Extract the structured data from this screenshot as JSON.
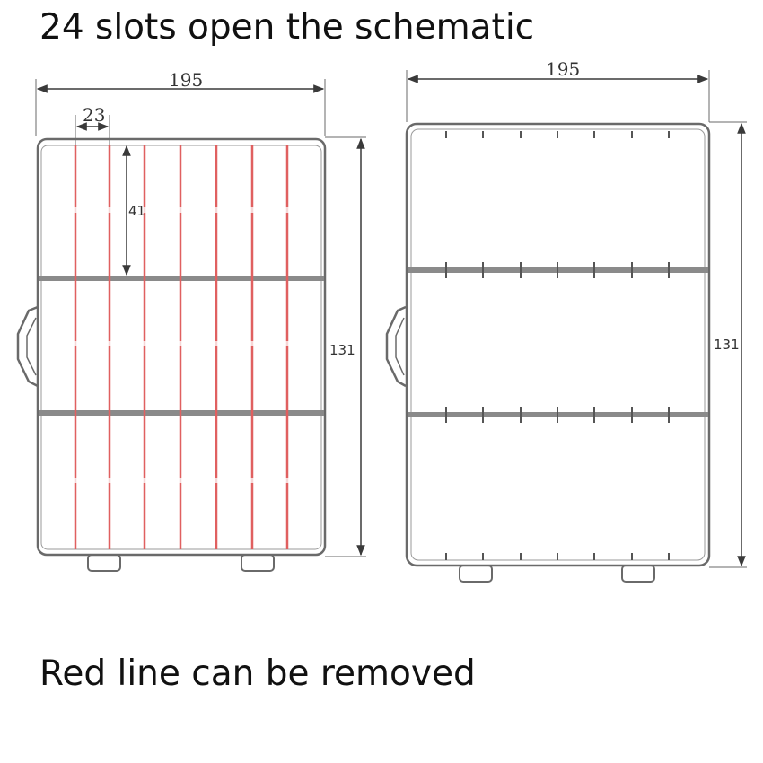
{
  "header": {
    "title": "24 slots open the schematic"
  },
  "footer": {
    "note": "Red line can be removed"
  },
  "dimensions": {
    "left": {
      "width": "195",
      "slot_width": "23",
      "slot_height": "41",
      "height": "131"
    },
    "right": {
      "width": "195",
      "height": "131"
    }
  },
  "colors": {
    "removable_divider": "#e06060",
    "outline": "#6a6a6a",
    "dim_line": "#3a3a3a"
  }
}
